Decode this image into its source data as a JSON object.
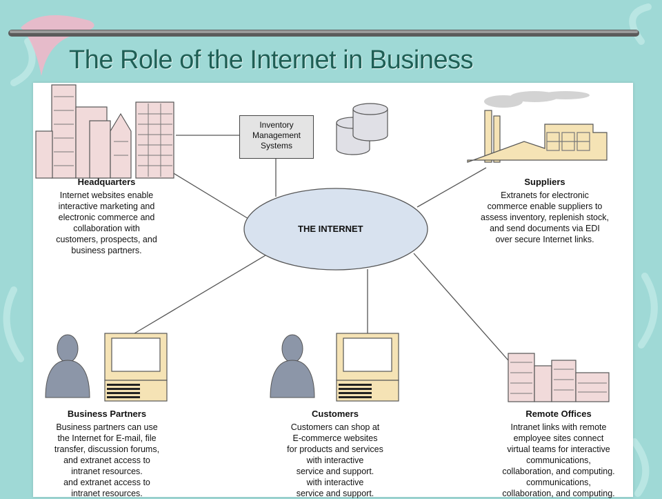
{
  "slide": {
    "title": "The Role of the Internet in Business"
  },
  "diagram": {
    "hub": "THE INTERNET",
    "inventory": {
      "line1": "Inventory",
      "line2": "Management",
      "line3": "Systems"
    },
    "nodes": {
      "headquarters": {
        "heading": "Headquarters",
        "lines": [
          "Internet websites enable",
          "interactive marketing and",
          "electronic commerce and",
          "collaboration with",
          "customers, prospects, and",
          "business partners."
        ]
      },
      "suppliers": {
        "heading": "Suppliers",
        "lines": [
          "Extranets for electronic",
          "commerce enable suppliers to",
          "assess inventory, replenish stock,",
          "and send documents via EDI",
          "over secure Internet links."
        ]
      },
      "business_partners": {
        "heading": "Business Partners",
        "lines": [
          "Business partners can use",
          "the Internet for E-mail, file",
          "transfer, discussion forums,",
          "and extranet access to",
          "intranet resources.",
          "and extranet access to",
          "intranet resources."
        ]
      },
      "customers": {
        "heading": "Customers",
        "lines": [
          "Customers can shop at",
          "E-commerce websites",
          "for products and services",
          "with interactive",
          "service and support.",
          "with interactive",
          "service and support."
        ]
      },
      "remote_offices": {
        "heading": "Remote Offices",
        "lines": [
          "Intranet links with remote",
          "employee sites connect",
          "virtual teams for interactive",
          "communications,",
          "collaboration, and computing.",
          "communications,",
          "collaboration, and computing."
        ]
      }
    }
  },
  "colors": {
    "background": "#9fd9d6",
    "title": "#1f5f55",
    "building_pink": "#f1dada",
    "building_tan": "#f5e3b5",
    "ellipse": "#d8e2ef",
    "person": "#8c96a8"
  }
}
